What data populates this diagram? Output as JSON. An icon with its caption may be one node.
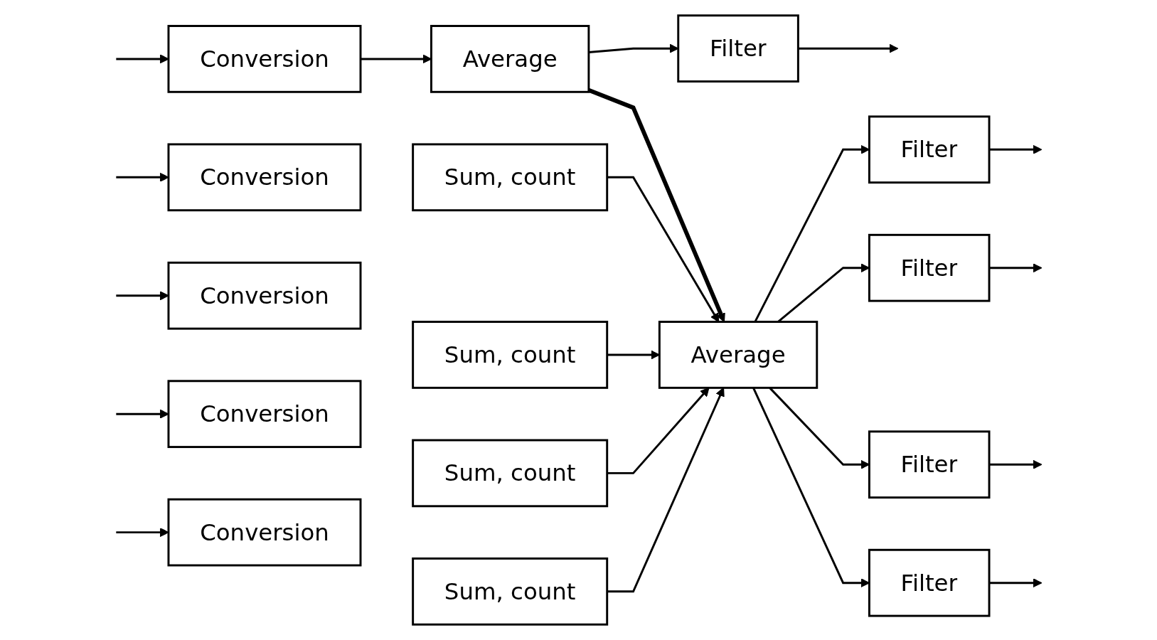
{
  "diagram": {
    "nodes": [
      {
        "text": [
          "Conversion"
        ]
      },
      {
        "text": [
          "Average"
        ]
      },
      {
        "text": [
          "Filter"
        ]
      },
      {
        "text": [
          "Conversion"
        ]
      },
      {
        "text": [
          "Sum, count"
        ]
      },
      {
        "text": [
          "Conversion"
        ]
      },
      {
        "text": [
          "Sum, count"
        ]
      },
      {
        "text": [
          "Conversion"
        ]
      },
      {
        "text": [
          "Sum, count"
        ]
      },
      {
        "text": [
          "Conversion"
        ]
      },
      {
        "text": [
          "Sum, count"
        ]
      },
      {
        "text": [
          "Average"
        ]
      },
      {
        "text": [
          "Filter"
        ]
      },
      {
        "text": [
          "Filter"
        ]
      },
      {
        "text": [
          "Filter"
        ]
      },
      {
        "text": [
          "Filter"
        ]
      }
    ],
    "edges": [
      {
        "from": null,
        "to": 0,
        "arrow": "to"
      },
      {
        "from": 0,
        "to": 1,
        "arrow": "to"
      },
      {
        "from": 1,
        "to": 2,
        "arrow": "to"
      },
      {
        "from": 2,
        "to": null,
        "arrow": "to"
      },
      {
        "from": 1,
        "to": 11,
        "arrow": "to",
        "style": "thick"
      },
      {
        "from": null,
        "to": 3,
        "arrow": "to"
      },
      {
        "from": null,
        "to": 5,
        "arrow": "to"
      },
      {
        "from": null,
        "to": 7,
        "arrow": "to"
      },
      {
        "from": null,
        "to": 9,
        "arrow": "to"
      },
      {
        "from": 4,
        "to": 11,
        "arrow": "to"
      },
      {
        "from": 6,
        "to": 11,
        "arrow": "to"
      },
      {
        "from": 8,
        "to": 11,
        "arrow": "to"
      },
      {
        "from": 10,
        "to": 11,
        "arrow": "to"
      },
      {
        "from": 11,
        "to": 12,
        "arrow": "to"
      },
      {
        "from": 11,
        "to": 13,
        "arrow": "to"
      },
      {
        "from": 11,
        "to": 14,
        "arrow": "to"
      },
      {
        "from": 11,
        "to": 15,
        "arrow": "to"
      },
      {
        "from": 12,
        "to": null,
        "arrow": "to"
      },
      {
        "from": 13,
        "to": null,
        "arrow": "to"
      },
      {
        "from": 14,
        "to": null,
        "arrow": "to"
      },
      {
        "from": 15,
        "to": null,
        "arrow": "to"
      }
    ]
  }
}
